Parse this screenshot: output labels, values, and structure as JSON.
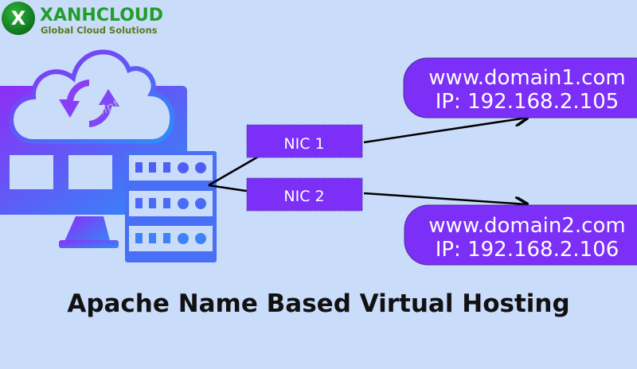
{
  "logo": {
    "brand": "XANHCLOUD",
    "tagline": "Global Cloud Solutions",
    "letter": "X"
  },
  "watermark": "@TecMint",
  "nics": [
    {
      "label": "NIC 1"
    },
    {
      "label": "NIC 2"
    }
  ],
  "domains": [
    {
      "host": "www.domain1.com",
      "ip": "IP: 192.168.2.105"
    },
    {
      "host": "www.domain2.com",
      "ip": "IP: 192.168.2.106"
    }
  ],
  "title": "Apache Name Based Virtual Hosting",
  "colors": {
    "background": "#c9dcfa",
    "accent": "#7b2ff7",
    "icon_start": "#8a2cf5",
    "icon_end": "#2f8cf8",
    "brand_green": "#1f9e2a"
  }
}
